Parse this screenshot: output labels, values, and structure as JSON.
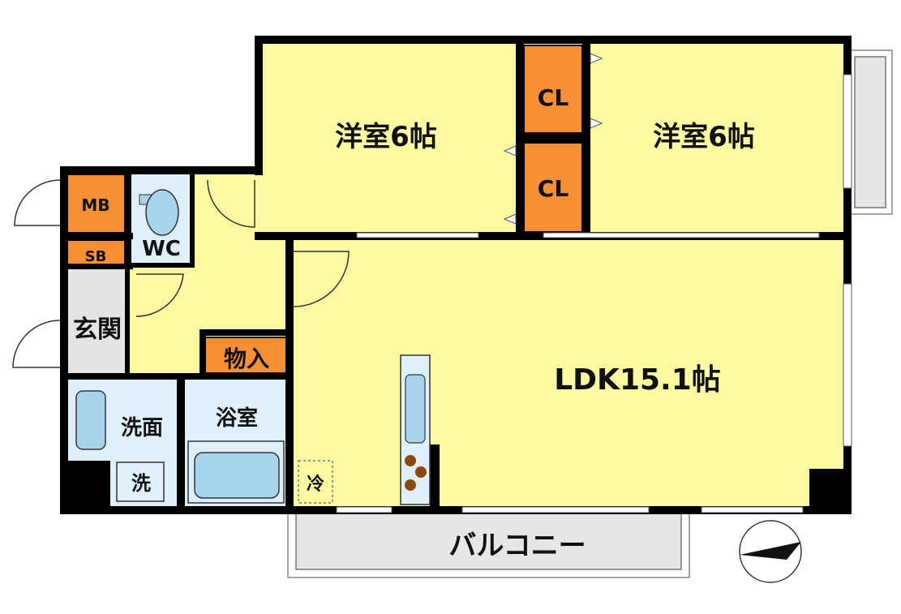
{
  "rooms": {
    "western_room_1": "洋室6帖",
    "western_room_2": "洋室6帖",
    "closet_1": "CL",
    "closet_2": "CL",
    "ldk": "LDK15.1帖",
    "entrance": "玄関",
    "toilet": "WC",
    "meter_box": "MB",
    "shoe_box": "SB",
    "storage": "物入",
    "washroom": "洗面",
    "bathroom": "浴室",
    "washer": "洗",
    "fridge": "冷",
    "balcony": "バルコニー"
  },
  "colors": {
    "room_fill": "#fbfaa2",
    "closet_fill": "#f59036",
    "wet_area_fill": "#dff0fb",
    "fixture_fill": "#a9d4ef",
    "entrance_fill": "#e4e4e4",
    "balcony_fill": "#e6e6e6",
    "wall": "#000000"
  },
  "icons": [
    "compass-north-arrow-icon",
    "toilet-icon",
    "bathtub-icon",
    "sink-icon",
    "stove-burner-icon",
    "door-swing-icon"
  ]
}
